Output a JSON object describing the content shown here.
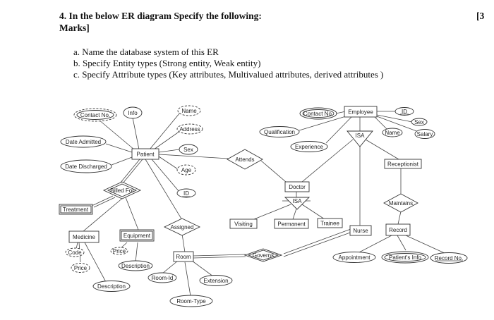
{
  "question": {
    "title": "4. In the below ER diagram Specify the following:",
    "marks_open": "[3",
    "marks_close": "Marks]",
    "items": [
      "a. Name the database system of this ER",
      "b. Specify Entity types (Strong entity, Weak entity)",
      "c. Specify Attribute types (Key attributes, Multivalued attributes, derived attributes )"
    ]
  },
  "diagram": {
    "entities": {
      "patient": "Patient",
      "employee": "Employee",
      "doctor": "Doctor",
      "receptionist": "Receptionist",
      "treatment": "Treatment",
      "medicine": "Medicine",
      "equipment": "Equipment",
      "room": "Room",
      "record": "Record",
      "nurse": "Nurse",
      "visiting": "Visiting",
      "permanent": "Permanent",
      "trainee": "Trainee"
    },
    "relationships": {
      "attends": "Attends",
      "billed_for": "Billed For",
      "assigned": "Assigned",
      "maintains": "Maintains",
      "governs": "Governs",
      "isa_employee": "ISA",
      "isa_doctor": "ISA"
    },
    "attributes": {
      "patient_contact": "Contact No.",
      "patient_info": "Info",
      "patient_name": "Name",
      "patient_address": "Address",
      "patient_sex": "Sex",
      "patient_age": "Age",
      "patient_id": "ID",
      "date_admitted": "Date Admitted",
      "date_discharged": "Date Discharged",
      "emp_contact": "Contact No.",
      "emp_id": "ID",
      "emp_sex": "Sex",
      "emp_name": "Name",
      "emp_salary": "Salary",
      "qualification": "Qualification",
      "experience": "Experience",
      "med_code": "Code",
      "med_price": "Price",
      "med_description": "Description",
      "eq_price": "Price",
      "eq_description": "Description",
      "room_id": "Room-Id",
      "room_extension": "Extension",
      "room_type": "Room-Type",
      "appointment": "Appointment",
      "patients_info": "Patient's Info",
      "record_no": "Record No."
    }
  }
}
